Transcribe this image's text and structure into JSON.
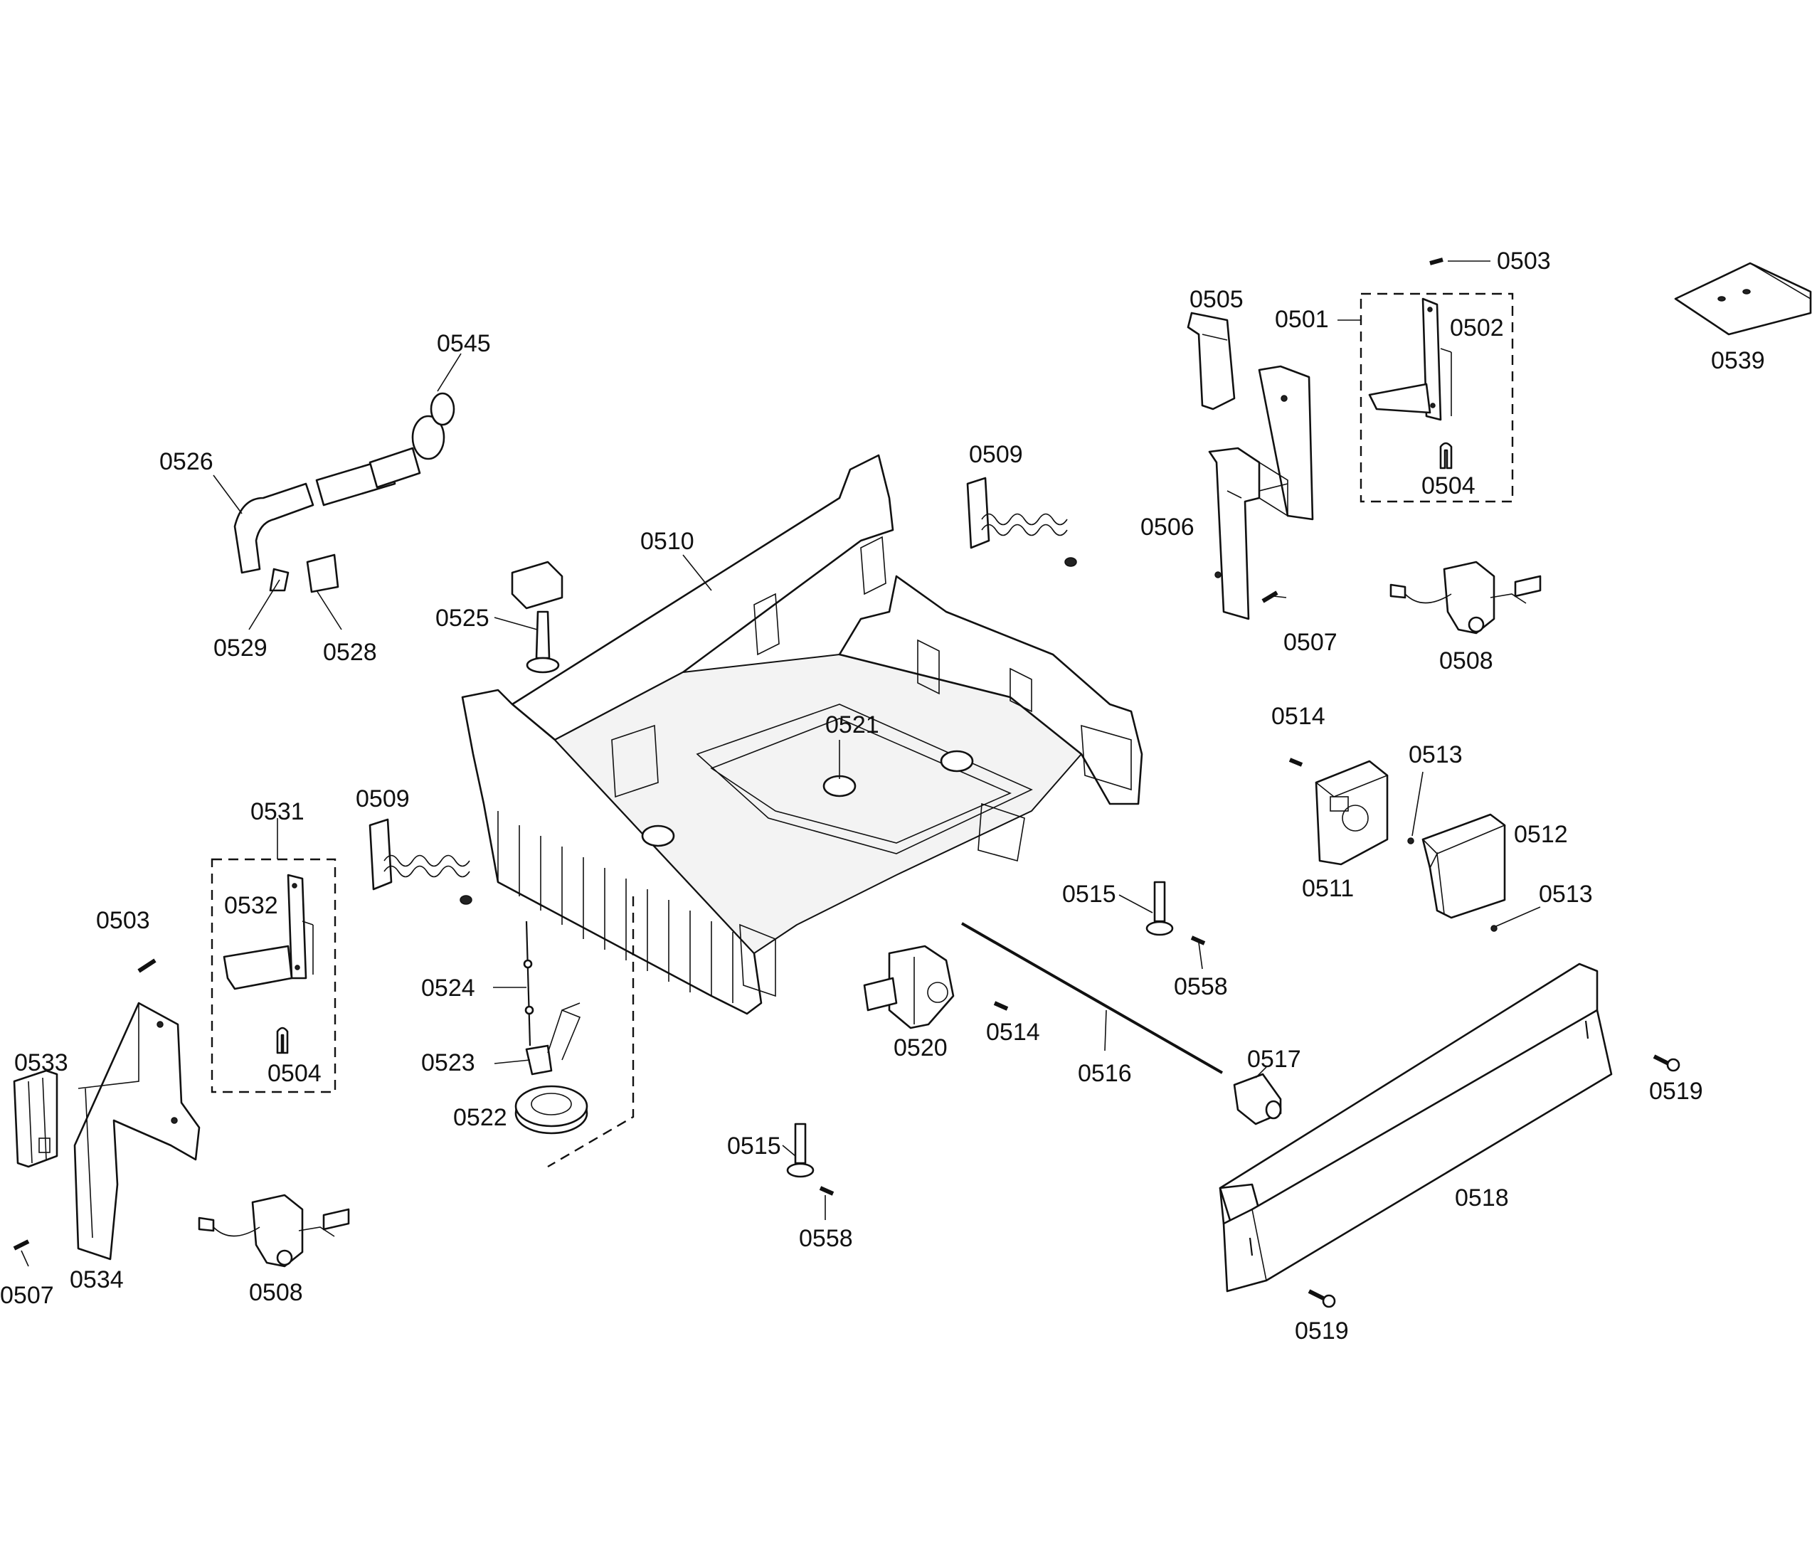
{
  "labels": {
    "l0501": "0501",
    "l0502": "0502",
    "l0503a": "0503",
    "l0503b": "0503",
    "l0504a": "0504",
    "l0504b": "0504",
    "l0505": "0505",
    "l0506": "0506",
    "l0507a": "0507",
    "l0507b": "0507",
    "l0508a": "0508",
    "l0508b": "0508",
    "l0509a": "0509",
    "l0509b": "0509",
    "l0510": "0510",
    "l0511": "0511",
    "l0512": "0512",
    "l0513a": "0513",
    "l0513b": "0513",
    "l0514a": "0514",
    "l0514b": "0514",
    "l0515a": "0515",
    "l0515b": "0515",
    "l0516": "0516",
    "l0517": "0517",
    "l0518": "0518",
    "l0519a": "0519",
    "l0519b": "0519",
    "l0520": "0520",
    "l0521": "0521",
    "l0522": "0522",
    "l0523": "0523",
    "l0524": "0524",
    "l0525": "0525",
    "l0526": "0526",
    "l0528": "0528",
    "l0529": "0529",
    "l0531": "0531",
    "l0532": "0532",
    "l0533": "0533",
    "l0534": "0534",
    "l0539": "0539",
    "l0545": "0545",
    "l0558a": "0558",
    "l0558b": "0558"
  }
}
